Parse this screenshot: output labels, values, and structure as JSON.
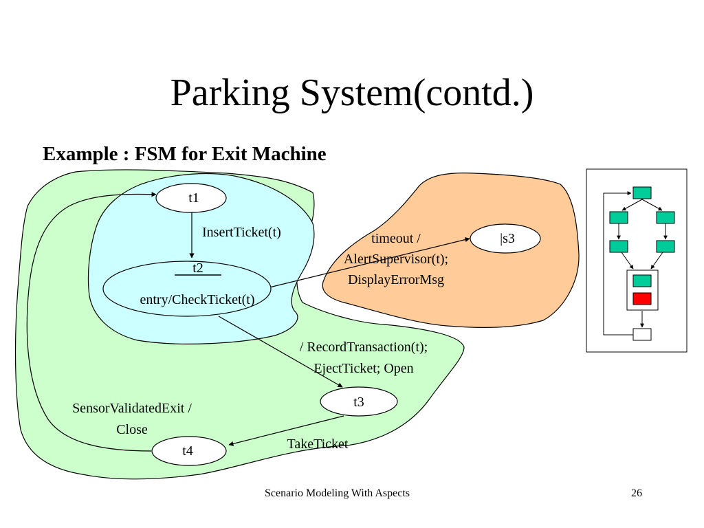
{
  "slide": {
    "title": "Parking System(contd.)",
    "subtitle": "Example : FSM for Exit Machine"
  },
  "fsm": {
    "states": {
      "t1": "t1",
      "t2": "t2",
      "t2_entry": "entry/CheckTicket(t)",
      "t3": "t3",
      "t4": "t4",
      "s3": "|s3"
    },
    "transitions": {
      "insert_ticket": "InsertTicket(t)",
      "timeout_line1": "timeout /",
      "timeout_line2": "AlertSupervisor(t);",
      "timeout_line3": "DisplayErrorMsg",
      "record_line1": "/ RecordTransaction(t);",
      "record_line2": "EjectTicket; Open",
      "take_ticket": "TakeTicket",
      "sensor_line1": "SensorValidatedExit /",
      "sensor_line2": "Close"
    },
    "colors": {
      "green_region": "#ccffcc",
      "cyan_region": "#ccffff",
      "orange_region": "#ffcc99",
      "state_fill": "#ffffff",
      "outline": "#000000"
    }
  },
  "thumbnail": {
    "colors": {
      "node_fill": "#00cc99",
      "error_fill": "#ff0000",
      "frame": "#000000"
    }
  },
  "footer": {
    "center_text": "Scenario Modeling With Aspects",
    "page_number": "26"
  }
}
